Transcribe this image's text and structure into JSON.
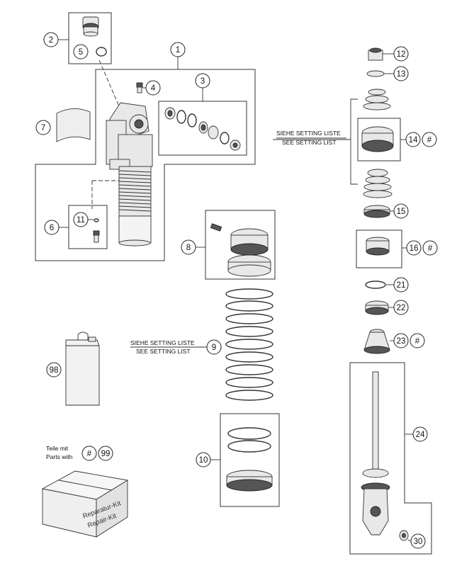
{
  "callouts": {
    "c1": "1",
    "c2": "2",
    "c3": "3",
    "c4": "4",
    "c5": "5",
    "c6": "6",
    "c7": "7",
    "c8": "8",
    "c9": "9",
    "c10": "10",
    "c11": "11",
    "c12": "12",
    "c13": "13",
    "c14": "14",
    "c15": "15",
    "c16": "16",
    "c21": "21",
    "c22": "22",
    "c23": "23",
    "c24": "24",
    "c30": "30",
    "c98": "98",
    "c99": "99"
  },
  "hash_marks": {
    "h14": "#",
    "h16": "#",
    "h23": "#",
    "h99": "#"
  },
  "setting_labels": {
    "top_de": "SIEHE SETTING LISTE",
    "top_en": "SEE SETTING LIST",
    "spring_de": "SIEHE SETTING LISTE",
    "spring_en": "SEE SETTING LIST"
  },
  "kit_note": {
    "line1": "Teile mit",
    "line2": "Parts with"
  },
  "kit_box": {
    "line1": "Reparatur-Kit",
    "line2": "Repair-Kit"
  },
  "colors": {
    "line": "#333333",
    "part_fill": "#e8e8e8",
    "dark_fill": "#555555"
  }
}
